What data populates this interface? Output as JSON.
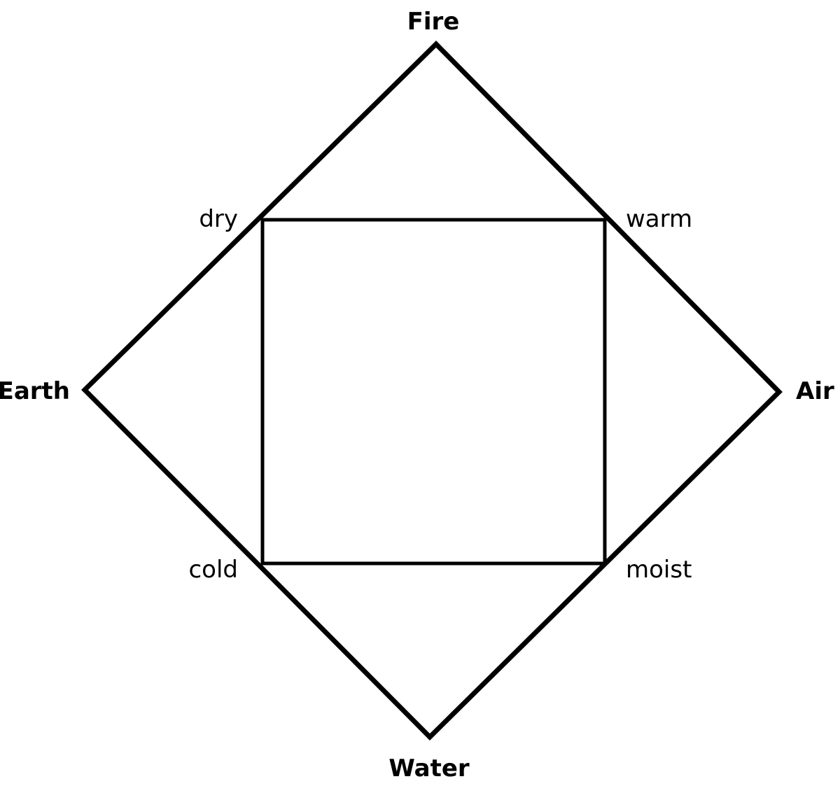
{
  "elements": {
    "top": "Fire",
    "left": "Earth",
    "right": "Air",
    "bottom": "Water"
  },
  "qualities": {
    "top_left": "dry",
    "top_right": "warm",
    "bottom_left": "cold",
    "bottom_right": "moist"
  },
  "colors": {
    "stroke": "#000000",
    "background": "#ffffff"
  }
}
